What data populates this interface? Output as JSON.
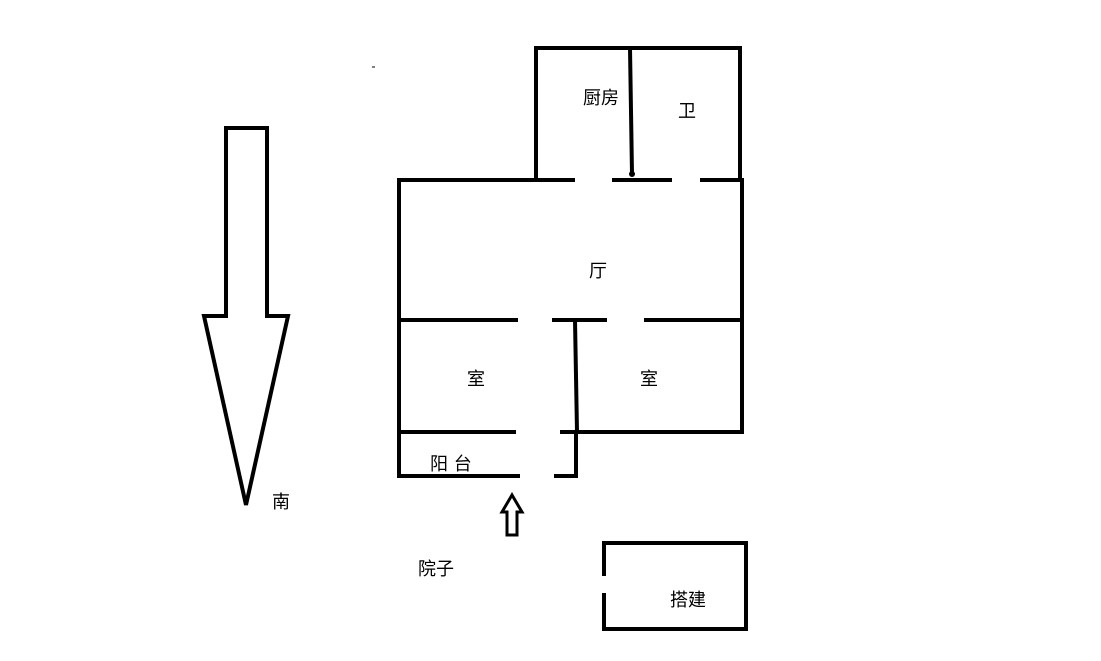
{
  "labels": {
    "kitchen": "厨房",
    "bathroom": "卫",
    "living_room": "厅",
    "room_left": "室",
    "room_right": "室",
    "balcony": "阳 台",
    "south": "南",
    "yard": "院子",
    "annex": "搭建"
  },
  "icons": {
    "south_arrow": "arrow-down-icon",
    "entrance_arrow": "arrow-up-icon"
  },
  "colors": {
    "line": "#000000",
    "background": "#ffffff"
  }
}
